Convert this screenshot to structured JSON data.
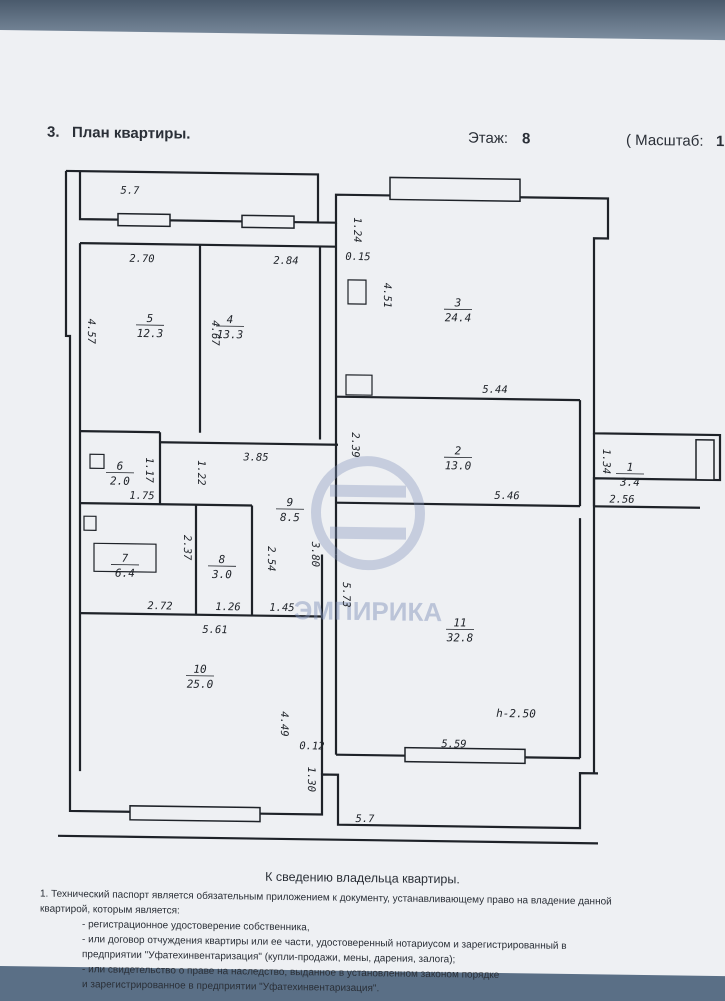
{
  "header": {
    "section": "3.",
    "title": "План квартиры.",
    "floor_label": "Этаж:",
    "floor_value": "8",
    "scale_label": "( Масштаб:",
    "scale_value": "1"
  },
  "plan": {
    "rooms": [
      {
        "num": "5",
        "area": "12.3"
      },
      {
        "num": "4",
        "area": "13.3"
      },
      {
        "num": "3",
        "area": "24.4"
      },
      {
        "num": "2",
        "area": "13.0"
      },
      {
        "num": "1",
        "area": "3.4"
      },
      {
        "num": "6",
        "area": "2.0"
      },
      {
        "num": "9",
        "area": "8.5"
      },
      {
        "num": "7",
        "area": "6.4"
      },
      {
        "num": "8",
        "area": "3.0"
      },
      {
        "num": "10",
        "area": "25.0"
      },
      {
        "num": "11",
        "area": "32.8"
      }
    ],
    "dims": [
      "5.7",
      "2.70",
      "2.84",
      "1.24",
      "0.15",
      "4.51",
      "4.57",
      "4.67",
      "5.44",
      "2.39",
      "3.85",
      "1.22",
      "1.17",
      "1.75",
      "5.46",
      "1.34",
      "2.56",
      "2.37",
      "2.54",
      "3.80",
      "5.73",
      "2.72",
      "1.26",
      "1.45",
      "5.61",
      "4.49",
      "0.12",
      "1.30",
      "5.59",
      "5.7"
    ],
    "height": "h-2.50",
    "watermark": "ЭМПИРИКА"
  },
  "notice": {
    "title": "К сведению владельца квартиры.",
    "lines": [
      "1. Технический паспорт является обязательным приложением к документу, устанавливающему право на владение данной",
      "квартирой, которым является:",
      "- регистрационное удостоверение собственника,",
      "- или договор отчуждения квартиры или ее части, удостоверенный нотариусом и зарегистрированный в",
      "предприятии \"Уфатехинвентаризация\" (купли-продажи, мены, дарения, залога);",
      "- или свидетельство о праве на наследство, выданное в установленном законом порядке",
      "и зарегистрированное в предприятии \"Уфатехинвентаризация\"."
    ]
  },
  "colors": {
    "paper": "#eef0f3",
    "ink": "#1e2228",
    "watermark": "#7e8fb8"
  }
}
